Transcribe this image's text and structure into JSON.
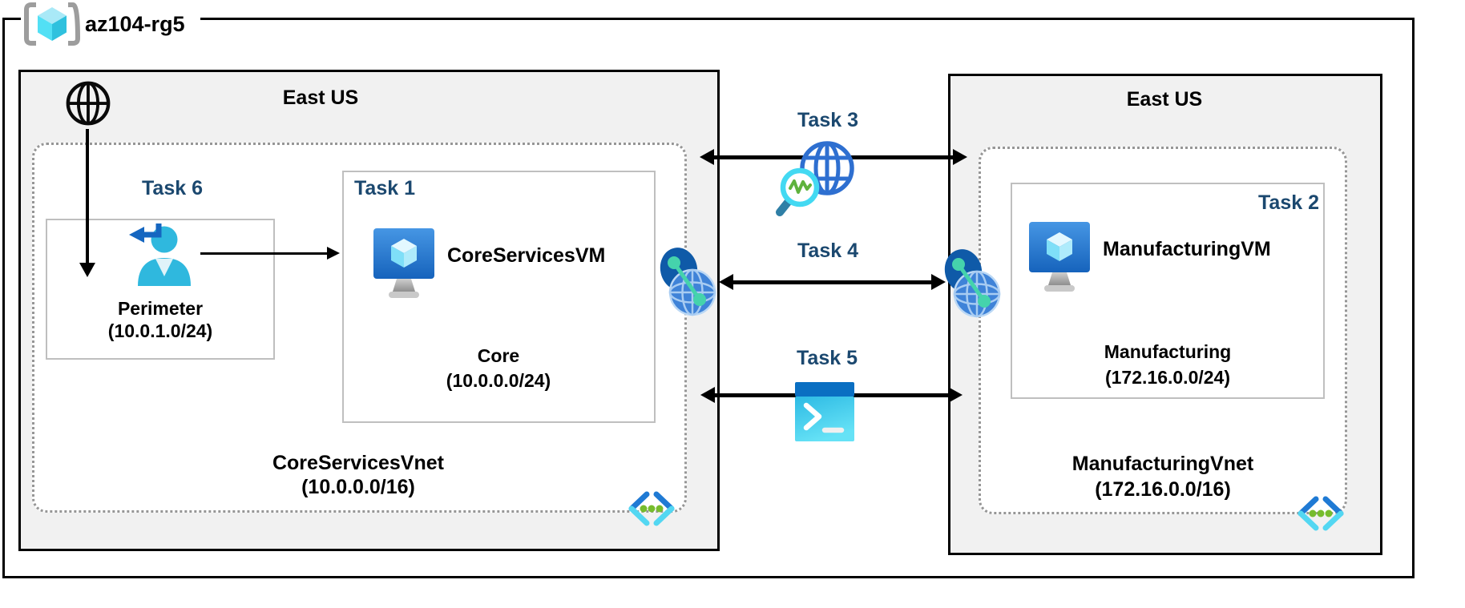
{
  "resource_group": {
    "name": "az104-rg5"
  },
  "core_region": {
    "location": "East US",
    "task6": "Task 6",
    "perimeter_subnet": {
      "name": "Perimeter",
      "cidr": "(10.0.1.0/24)"
    },
    "task1": "Task 1",
    "vm_name": "CoreServicesVM",
    "core_subnet": {
      "name": "Core",
      "cidr": "(10.0.0.0/24)"
    },
    "vnet": {
      "name": "CoreServicesVnet",
      "cidr": "(10.0.0.0/16)"
    }
  },
  "manufacturing_region": {
    "location": "East US",
    "task2": "Task 2",
    "vm_name": "ManufacturingVM",
    "manufacturing_subnet": {
      "name": "Manufacturing",
      "cidr": "(172.16.0.0/24)"
    },
    "vnet": {
      "name": "ManufacturingVnet",
      "cidr": "(172.16.0.0/16)"
    }
  },
  "connections": {
    "task3": {
      "label": "Task 3",
      "icon": "network-watcher"
    },
    "task4": {
      "label": "Task 4",
      "icon": "vnet-peering"
    },
    "task5": {
      "label": "Task 5",
      "icon": "cloud-shell"
    }
  },
  "icons": {
    "resource_group": "bracketed-azure-cube",
    "internet": "black-globe-outline",
    "perimeter_user": "user-with-return-arrow",
    "virtual_machine": "blue-monitor-with-cube",
    "network_watcher": "globe-with-magnifier-pulse",
    "vnet_peering": "overlapping-globes-with-green-link",
    "cloud_shell": "terminal-prompt-window",
    "virtual_network": "chevrons-with-green-dots"
  },
  "colors": {
    "task_label": "#1B486F",
    "region_fill": "#F1F1F1",
    "azure_blue": "#0078D4",
    "cube_cyan": "#50E6FF",
    "dot_green": "#76BC2D",
    "peer_teal": "#45D3AC"
  }
}
